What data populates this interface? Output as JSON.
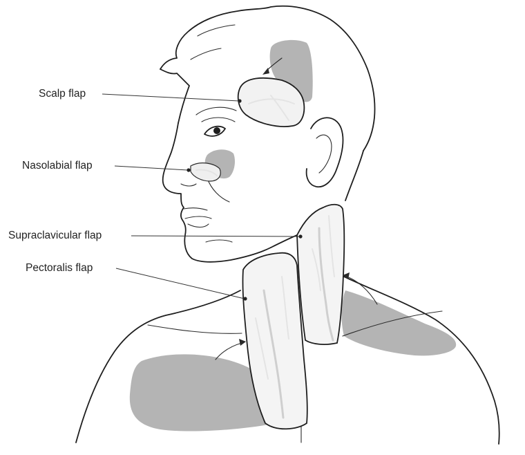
{
  "labels": {
    "scalp_flap": "Scalp flap",
    "nasolabial_flap": "Nasolabial flap",
    "supraclavicular_flap": "Supraclavicular flap",
    "pectoralis_flap": "Pectoralis flap"
  },
  "colors": {
    "line": "#1e1e1e",
    "donor_site": "#b4b4b4",
    "flap_fill": "#f2f2f2",
    "background": "#ffffff"
  }
}
